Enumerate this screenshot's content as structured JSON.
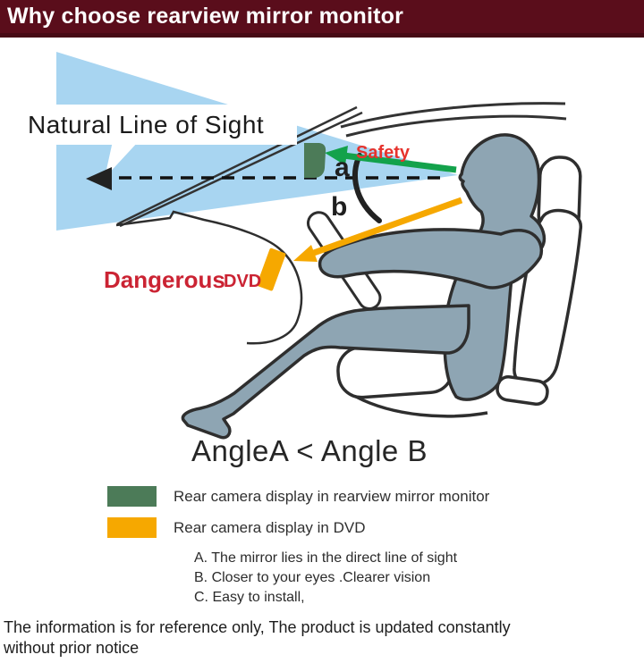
{
  "colors": {
    "header_bg": "#5A0D1B",
    "header_border": "#470A15",
    "header_text": "#FFFFFF",
    "cone_blue": "#A8D5F1",
    "body_gray": "#8EA5B3",
    "outline": "#2E2E2E",
    "mirror_green": "#4C7B58",
    "arrow_green": "#13A24B",
    "orange": "#F6A800",
    "safety_red": "#E6332D",
    "danger_red": "#CB2333",
    "ink": "#1F1F1F"
  },
  "header": {
    "title": "Why choose rearview mirror monitor"
  },
  "diagram": {
    "sight_label": "Natural Line of Sight",
    "safety_label": "Safety",
    "angle_a": "a",
    "angle_b": "b",
    "danger_label": "Dangerous",
    "dvd_label": "DVD"
  },
  "caption": {
    "text": "AngleA < Angle B"
  },
  "legend": {
    "items": [
      {
        "color": "#4C7B58",
        "label": "Rear camera display in rearview mirror monitor"
      },
      {
        "color": "#F6A800",
        "label": "Rear camera display in DVD"
      }
    ]
  },
  "features": {
    "items": [
      "A. The mirror lies in the direct line of sight",
      "B. Closer to your eyes .Clearer vision",
      "C. Easy to install,"
    ]
  },
  "footer": {
    "text": "The information is for reference only, The product is  updated constantly\nwithout prior notice"
  }
}
